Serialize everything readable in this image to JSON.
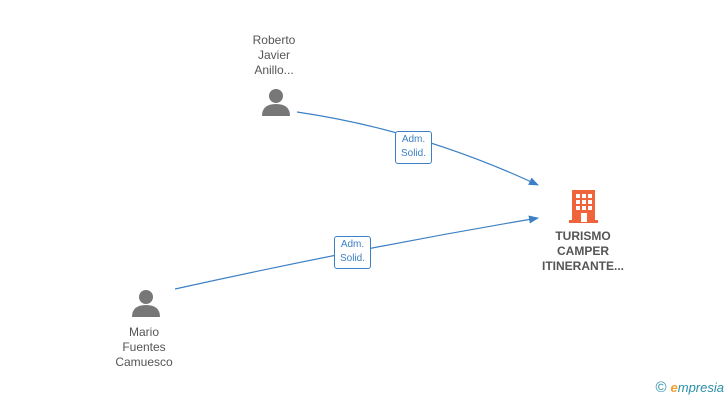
{
  "nodes": {
    "person_1": {
      "label": "Roberto\nJavier\nAnillo...",
      "icon": "person-icon"
    },
    "person_2": {
      "label": "Mario\nFuentes\nCamuesco",
      "icon": "person-icon"
    },
    "company": {
      "label": "TURISMO\nCAMPER\nITINERANTE...",
      "icon": "building-icon"
    }
  },
  "edges": [
    {
      "from": "person_1",
      "to": "company",
      "label": "Adm.\nSolid."
    },
    {
      "from": "person_2",
      "to": "company",
      "label": "Adm.\nSolid."
    }
  ],
  "colors": {
    "edge": "#3b7fc4",
    "person_icon": "#777777",
    "company_icon": "#f0643c",
    "brand": "#2a8fa8",
    "brand_accent": "#f0a030"
  },
  "footer": {
    "copyright": "©",
    "brand_first": "e",
    "brand_rest": "mpresia"
  }
}
